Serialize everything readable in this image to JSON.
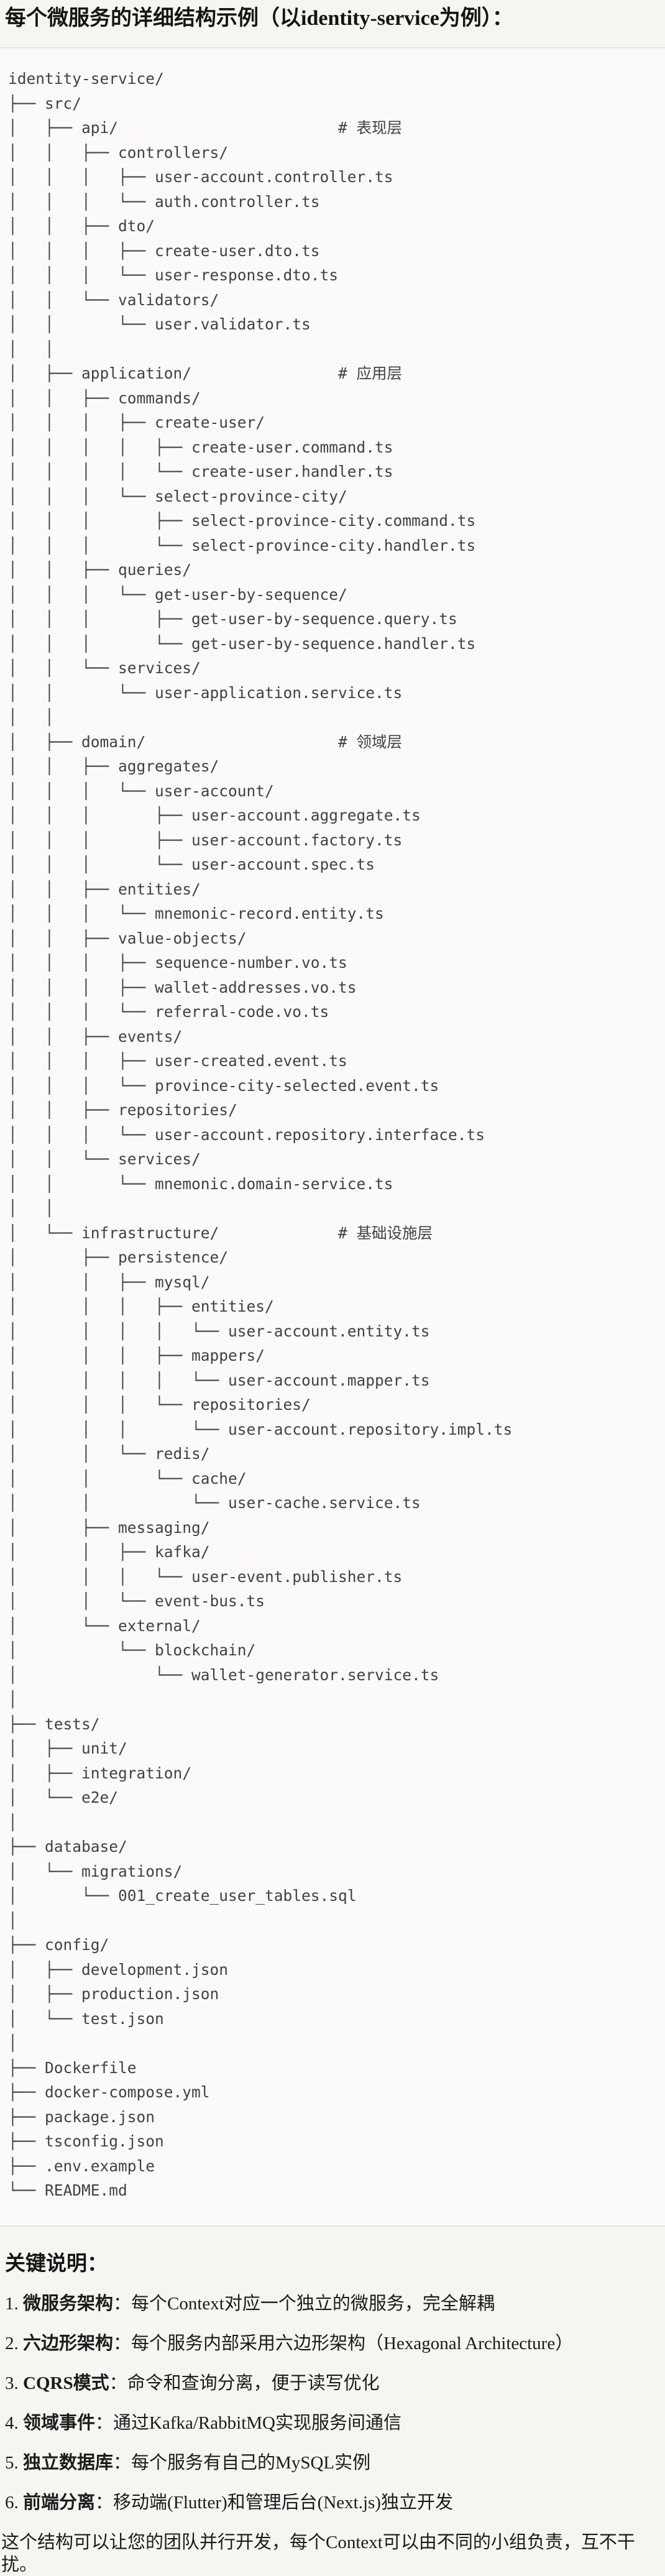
{
  "page": {
    "title": "每个微服务的详细结构示例（以identity-service为例）：",
    "colors": {
      "page_background": "#f7f5f0",
      "code_background": "#fbfaf9",
      "code_border": "#e6e4de",
      "tree_text": "#3e4245",
      "body_text": "#1b1b1a"
    }
  },
  "tree": {
    "lines": [
      "identity-service/",
      "├── src/",
      "│   ├── api/                        # 表现层",
      "│   │   ├── controllers/",
      "│   │   │   ├── user-account.controller.ts",
      "│   │   │   └── auth.controller.ts",
      "│   │   ├── dto/",
      "│   │   │   ├── create-user.dto.ts",
      "│   │   │   └── user-response.dto.ts",
      "│   │   └── validators/",
      "│   │       └── user.validator.ts",
      "│   │",
      "│   ├── application/                # 应用层",
      "│   │   ├── commands/",
      "│   │   │   ├── create-user/",
      "│   │   │   │   ├── create-user.command.ts",
      "│   │   │   │   └── create-user.handler.ts",
      "│   │   │   └── select-province-city/",
      "│   │   │       ├── select-province-city.command.ts",
      "│   │   │       └── select-province-city.handler.ts",
      "│   │   ├── queries/",
      "│   │   │   └── get-user-by-sequence/",
      "│   │   │       ├── get-user-by-sequence.query.ts",
      "│   │   │       └── get-user-by-sequence.handler.ts",
      "│   │   └── services/",
      "│   │       └── user-application.service.ts",
      "│   │",
      "│   ├── domain/                     # 领域层",
      "│   │   ├── aggregates/",
      "│   │   │   └── user-account/",
      "│   │   │       ├── user-account.aggregate.ts",
      "│   │   │       ├── user-account.factory.ts",
      "│   │   │       └── user-account.spec.ts",
      "│   │   ├── entities/",
      "│   │   │   └── mnemonic-record.entity.ts",
      "│   │   ├── value-objects/",
      "│   │   │   ├── sequence-number.vo.ts",
      "│   │   │   ├── wallet-addresses.vo.ts",
      "│   │   │   └── referral-code.vo.ts",
      "│   │   ├── events/",
      "│   │   │   ├── user-created.event.ts",
      "│   │   │   └── province-city-selected.event.ts",
      "│   │   ├── repositories/",
      "│   │   │   └── user-account.repository.interface.ts",
      "│   │   └── services/",
      "│   │       └── mnemonic.domain-service.ts",
      "│   │",
      "│   └── infrastructure/             # 基础设施层",
      "│       ├── persistence/",
      "│       │   ├── mysql/",
      "│       │   │   ├── entities/",
      "│       │   │   │   └── user-account.entity.ts",
      "│       │   │   ├── mappers/",
      "│       │   │   │   └── user-account.mapper.ts",
      "│       │   │   └── repositories/",
      "│       │   │       └── user-account.repository.impl.ts",
      "│       │   └── redis/",
      "│       │       └── cache/",
      "│       │           └── user-cache.service.ts",
      "│       ├── messaging/",
      "│       │   ├── kafka/",
      "│       │   │   └── user-event.publisher.ts",
      "│       │   └── event-bus.ts",
      "│       └── external/",
      "│           └── blockchain/",
      "│               └── wallet-generator.service.ts",
      "│",
      "├── tests/",
      "│   ├── unit/",
      "│   ├── integration/",
      "│   └── e2e/",
      "│",
      "├── database/",
      "│   └── migrations/",
      "│       └── 001_create_user_tables.sql",
      "│",
      "├── config/",
      "│   ├── development.json",
      "│   ├── production.json",
      "│   └── test.json",
      "│",
      "├── Dockerfile",
      "├── docker-compose.yml",
      "├── package.json",
      "├── tsconfig.json",
      "├── .env.example",
      "└── README.md"
    ]
  },
  "notes": {
    "heading": "关键说明：",
    "items": [
      {
        "num": "1.",
        "label": "微服务架构",
        "colon": "：",
        "text": "每个Context对应一个独立的微服务，完全解耦"
      },
      {
        "num": "2.",
        "label": "六边形架构",
        "colon": "：",
        "text": "每个服务内部采用六边形架构（Hexagonal Architecture）"
      },
      {
        "num": "3.",
        "label": "CQRS模式",
        "colon": "：",
        "text": "命令和查询分离，便于读写优化"
      },
      {
        "num": "4.",
        "label": "领域事件",
        "colon": "：",
        "text": "通过Kafka/RabbitMQ实现服务间通信"
      },
      {
        "num": "5.",
        "label": "独立数据库",
        "colon": "：",
        "text": "每个服务有自己的MySQL实例"
      },
      {
        "num": "6.",
        "label": "前端分离",
        "colon": "：",
        "text": "移动端(Flutter)和管理后台(Next.js)独立开发"
      }
    ],
    "footer": "这个结构可以让您的团队并行开发，每个Context可以由不同的小组负责，互不干扰。"
  }
}
